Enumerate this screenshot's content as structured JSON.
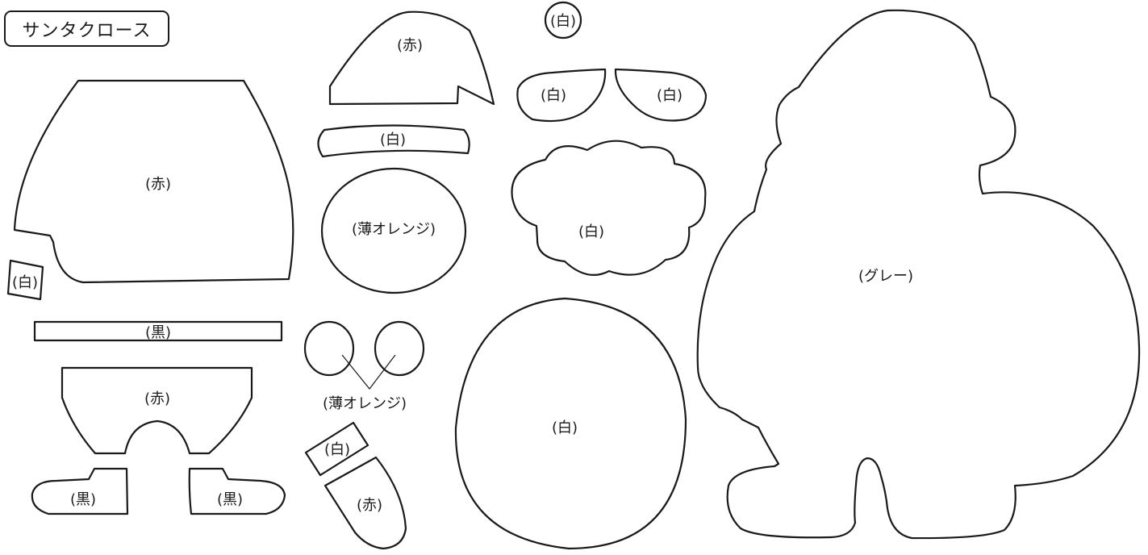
{
  "title": "サンタクロース",
  "labels": {
    "red": "(赤)",
    "white": "(白)",
    "black": "(黒)",
    "light_orange": "(薄オレンジ)",
    "gray": "(グレー)"
  },
  "colors": {
    "line": "#1a1a1a",
    "background": "#ffffff"
  }
}
